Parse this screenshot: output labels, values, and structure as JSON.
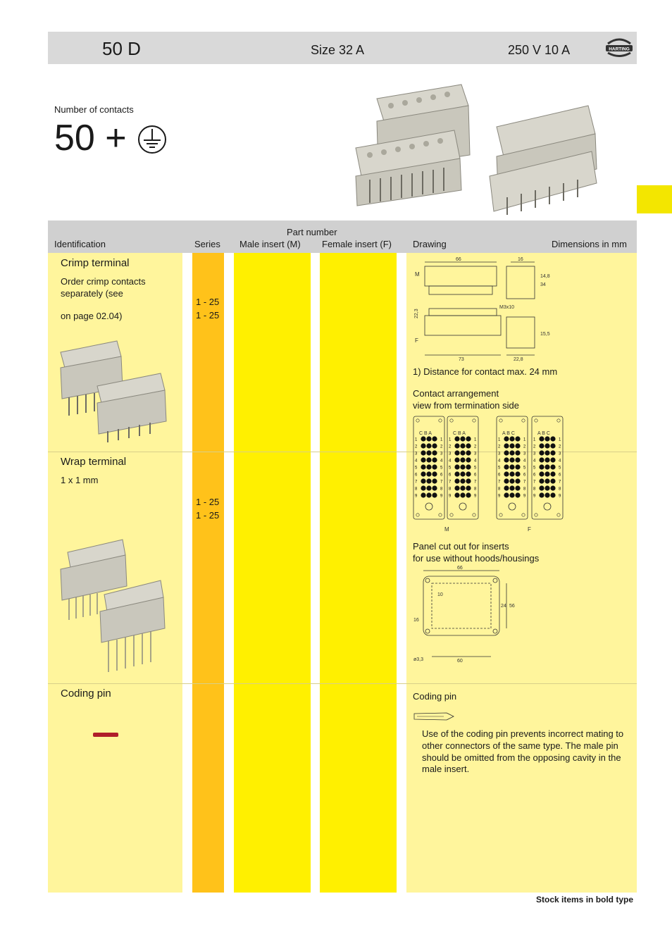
{
  "header": {
    "title": "50 D",
    "size": "Size    32 A",
    "rating": "250  V   10  A",
    "brand": "HARTING"
  },
  "contacts": {
    "label": "Number of contacts",
    "value": "50 +"
  },
  "table_header": {
    "part_number": "Part number",
    "identification": "Identification",
    "series": "Series",
    "male": "Male insert (M)",
    "female": "Female insert (F)",
    "drawing": "Drawing",
    "dimensions": "Dimensions in mm"
  },
  "crimp": {
    "title": "Crimp terminal",
    "note1": "Order crimp contacts",
    "note2": "separately (see",
    "note3": "on page 02.04)",
    "series": [
      "1 - 25",
      "1 - 25"
    ]
  },
  "wrap": {
    "title": "Wrap terminal",
    "note": "1 x 1 mm",
    "series": [
      "1 - 25",
      "1 - 25"
    ]
  },
  "coding": {
    "title": "Coding pin",
    "drawing_title": "Coding pin",
    "description": [
      "Use of the coding pin prevents incorrect mating to",
      "other connectors of the same type. The male pin",
      "should be omitted from the opposing cavity in the",
      "male insert."
    ]
  },
  "drawing": {
    "footnote": "1) Distance for contact max. 24 mm",
    "contact_arr_1": "Contact arrangement",
    "contact_arr_2": "view from termination side",
    "panel_1": "Panel cut out for inserts",
    "panel_2": "for use without hoods/housings",
    "dim_labels": [
      "66",
      "16",
      "M",
      "F",
      "73",
      "22,8",
      "M3x10",
      "22,3",
      "34",
      "14,8",
      "15,5"
    ],
    "arrangement_cols_m": [
      "C B A",
      "C B A"
    ],
    "arrangement_cols_f": [
      "A B C",
      "A B C"
    ],
    "arrangement_rows": [
      "1",
      "2",
      "3",
      "4",
      "5",
      "6",
      "7",
      "8",
      "9"
    ],
    "m_label": "M",
    "f_label": "F",
    "panel_dims": [
      "66",
      "24",
      "56",
      "10",
      "16",
      "60",
      "ø3,3"
    ]
  },
  "footer": "Stock items in bold type",
  "colors": {
    "header_gray": "#d9d9d9",
    "light_yellow": "#fff59c",
    "orange": "#ffc21a",
    "yellow": "#fff000"
  }
}
